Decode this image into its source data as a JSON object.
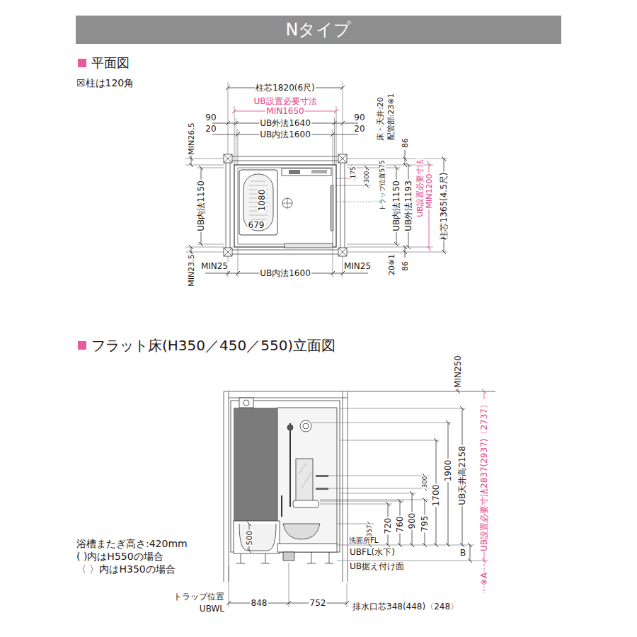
{
  "diagram": {
    "title": "Nタイプ",
    "labels": [
      "平面図",
      "☒柱は120角",
      "柱芯1820(6尺)",
      "UB設置必要寸法",
      "MIN1650",
      "90",
      "UB外法1640",
      "90",
      "20",
      "UB内法1600",
      "20",
      "MIN26.5",
      "UB内法1150",
      "MIN23.5",
      "1080",
      "679",
      "床・天井:20",
      "配管部:23※1",
      "86",
      "175",
      "300",
      "トラップ位置575",
      "UB内法1150",
      "UB外法1193",
      "UB設置必要寸法",
      "MIN1200",
      "柱芯1365(4.5尺)",
      "20※1",
      "86",
      "MIN25",
      "UB内法1600",
      "MIN25",
      "フラット床(H350／450／550)立面図",
      "MIN250",
      "UB設置必要寸法2837(2937)〈2737〉",
      "UB天井高2158",
      "1900",
      "1700",
      "300",
      "795",
      "900",
      "760",
      "720",
      "357",
      "洗面所FL",
      "UBFL(水下)",
      "UB据え付け面",
      "B",
      "※A",
      "浴槽またぎ高さ:420mm",
      "( )内はH550の場合",
      "〈 〉内はH350の場合",
      "500",
      "トラップ位置",
      "UBWL",
      "848",
      "752",
      "排水口芯348(448)〈248〉"
    ]
  }
}
